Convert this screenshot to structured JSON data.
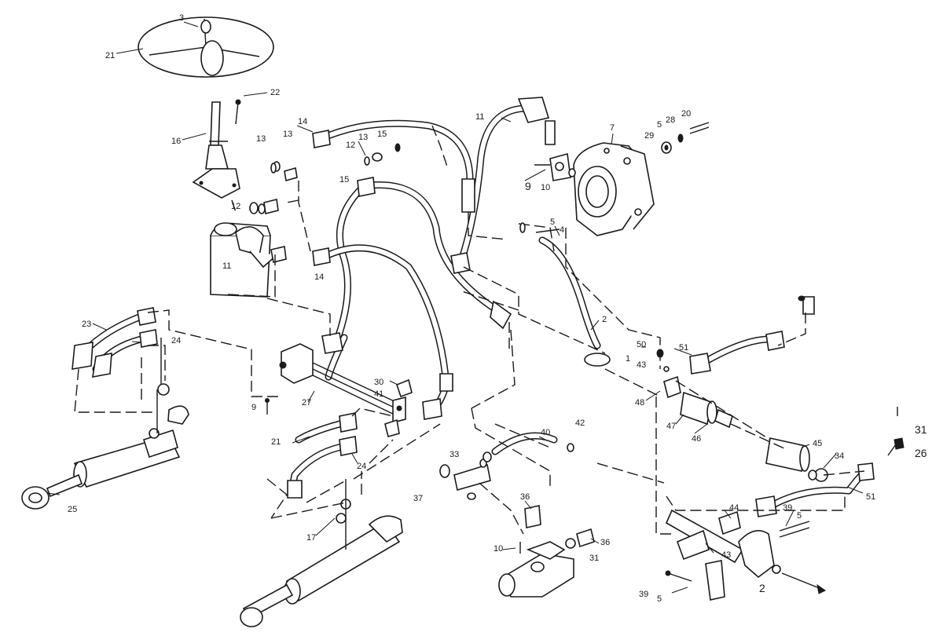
{
  "colors": {
    "line": "#1a1a1a",
    "paper": "#ffffff"
  },
  "callouts": {
    "c21": "21",
    "c3": "3",
    "c22": "22",
    "c16": "16",
    "c13a": "13",
    "c13b": "13",
    "c14a": "14",
    "c12a": "12",
    "c13c": "13",
    "c15a": "15",
    "c15b": "15",
    "c12b": "12",
    "c11a": "11",
    "c14b": "14",
    "c11b": "11",
    "c9a": "9",
    "c10a": "10",
    "c7": "7",
    "c29": "29",
    "c5a": "5",
    "c28": "28",
    "c20": "20",
    "c5b": "5",
    "c4": "4",
    "c2a": "2",
    "c50": "50",
    "c1": "1",
    "c43a": "43",
    "c51a": "51",
    "c23": "23",
    "c24a": "24",
    "c9b": "9",
    "c27": "27",
    "c30": "30",
    "c41": "41",
    "c21b": "21",
    "c24b": "24",
    "c25": "25",
    "c17a": "17",
    "c40": "40",
    "c42": "42",
    "c33": "33",
    "c37": "37",
    "c36a": "36",
    "c10b": "10",
    "c31a": "31",
    "c36b": "36",
    "c48": "48",
    "c47": "47",
    "c46": "46",
    "c45": "45",
    "c34": "34",
    "c51b": "51",
    "c31b": "31",
    "c26": "26",
    "c44": "44",
    "c39a": "39",
    "c5c": "5",
    "c43b": "43",
    "c2b": "2",
    "c39b": "39",
    "c5d": "5"
  }
}
